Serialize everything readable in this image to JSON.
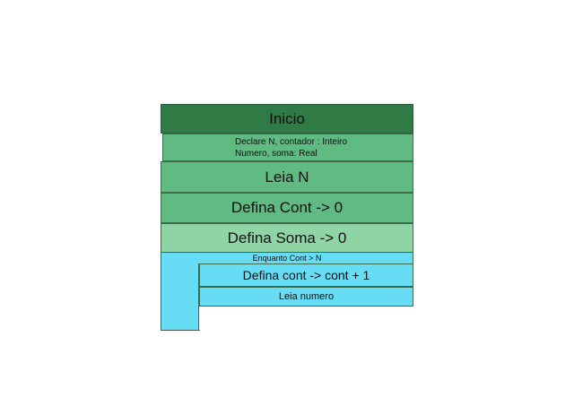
{
  "diagram": {
    "blocks": {
      "inicio": "Inicio",
      "declare_line1": "Declare N, contador : Inteiro",
      "declare_line2": "Numero, soma: Real",
      "leia_n": "Leia N",
      "defina_cont": "Defina Cont -> 0",
      "defina_soma": "Defina Soma -> 0",
      "loop_condition": "Enquanto  Cont > N",
      "loop_increment": "Defina cont -> cont + 1",
      "leia_numero": "Leia numero"
    },
    "colors": {
      "start": "#2f7a45",
      "step": "#5fbb82",
      "step_light": "#8fd4a5",
      "loop": "#66ddf5"
    }
  }
}
